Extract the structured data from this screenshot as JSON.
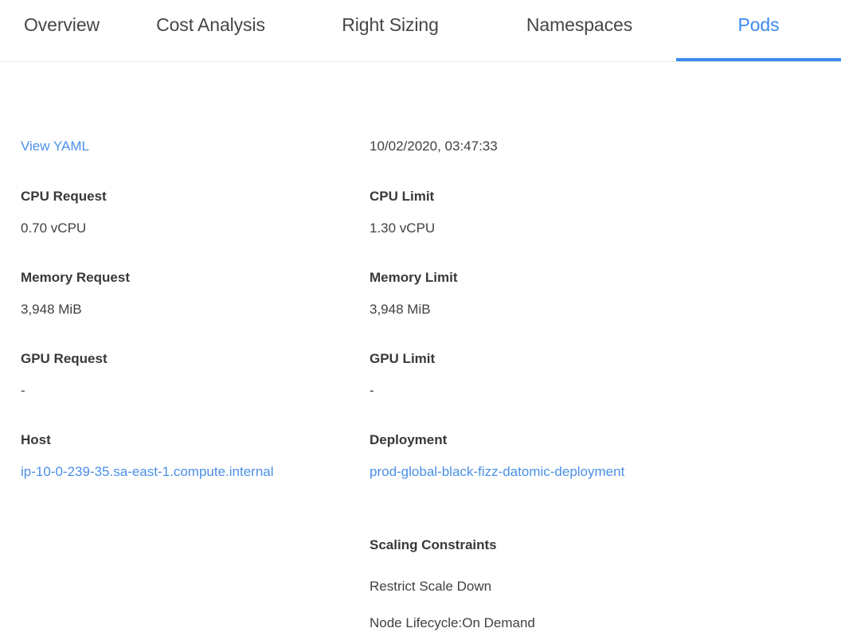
{
  "tabs": [
    {
      "label": "Overview",
      "active": false
    },
    {
      "label": "Cost Analysis",
      "active": false
    },
    {
      "label": "Right Sizing",
      "active": false
    },
    {
      "label": "Namespaces",
      "active": false
    },
    {
      "label": "Pods",
      "active": true
    }
  ],
  "colors": {
    "accent": "#3b8bf2",
    "link": "#4a90e8",
    "text": "#3c4043",
    "tab_inactive": "#44474a",
    "divider": "#ececec"
  },
  "details": {
    "view_yaml_label": "View YAML",
    "timestamp": "10/02/2020, 03:47:33",
    "cpu_request": {
      "label": "CPU Request",
      "value": "0.70 vCPU"
    },
    "cpu_limit": {
      "label": "CPU Limit",
      "value": "1.30 vCPU"
    },
    "memory_request": {
      "label": "Memory Request",
      "value": "3,948 MiB"
    },
    "memory_limit": {
      "label": "Memory Limit",
      "value": "3,948 MiB"
    },
    "gpu_request": {
      "label": "GPU Request",
      "value": "-"
    },
    "gpu_limit": {
      "label": "GPU Limit",
      "value": "-"
    },
    "host": {
      "label": "Host",
      "value": "ip-10-0-239-35.sa-east-1.compute.internal"
    },
    "deployment": {
      "label": "Deployment",
      "value": "prod-global-black-fizz-datomic-deployment"
    },
    "scaling_constraints": {
      "label": "Scaling Constraints",
      "items": [
        "Restrict Scale Down",
        "Node Lifecycle:On Demand"
      ]
    }
  }
}
